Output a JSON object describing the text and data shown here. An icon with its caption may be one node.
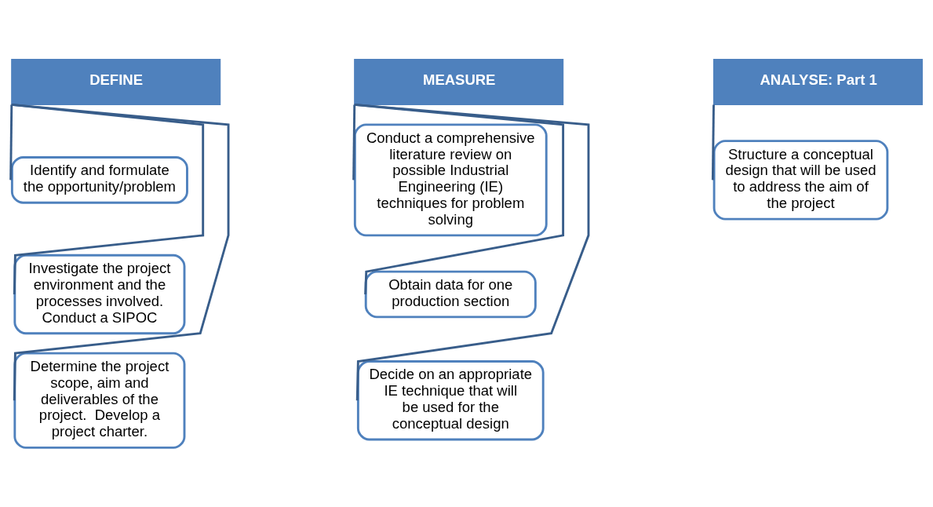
{
  "diagram": {
    "nodes": [
      {
        "text": [
          "DEFINE"
        ]
      },
      {
        "text": [
          "Identify and formulate the opportunity/problem"
        ]
      },
      {
        "text": [
          "Investigate the project environment and the processes involved. Conduct a SIPOC"
        ]
      },
      {
        "text": [
          "Determine the project scope, aim and deliverables of the project.  Develop a project charter."
        ]
      },
      {
        "text": [
          "MEASURE"
        ]
      },
      {
        "text": [
          "Conduct a comprehensive literature review on possible Industrial Engineering (IE) techniques for problem solving"
        ]
      },
      {
        "text": [
          "Obtain data for one production section"
        ]
      },
      {
        "text": [
          "Decide on an appropriate IE technique that will be used for the conceptual design"
        ]
      },
      {
        "text": [
          "ANALYSE: Part 1"
        ]
      },
      {
        "text": [
          "Structure a conceptual design that will be used to address the aim of the project"
        ]
      }
    ],
    "edges": [
      {
        "from": 0,
        "to": 1,
        "arrow": "none"
      },
      {
        "from": 0,
        "to": 2,
        "arrow": "none"
      },
      {
        "from": 0,
        "to": 3,
        "arrow": "none"
      },
      {
        "from": 4,
        "to": 5,
        "arrow": "none"
      },
      {
        "from": 4,
        "to": 6,
        "arrow": "none"
      },
      {
        "from": 4,
        "to": 7,
        "arrow": "none"
      },
      {
        "from": 8,
        "to": 9,
        "arrow": "none"
      }
    ]
  }
}
